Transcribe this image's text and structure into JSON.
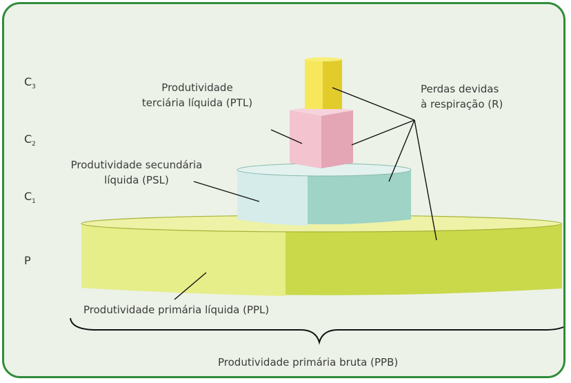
{
  "levels": {
    "c3": {
      "base": "C",
      "sub": "3"
    },
    "c2": {
      "base": "C",
      "sub": "2"
    },
    "c1": {
      "base": "C",
      "sub": "1"
    },
    "p": "P"
  },
  "labels": {
    "ptl_line1": "Produtividade",
    "ptl_line2": "terciária líquida (PTL)",
    "psl_line1": "Produtividade secundária",
    "psl_line2": "líquida (PSL)",
    "perdas_line1": "Perdas devidas",
    "perdas_line2": "à respiração (R)",
    "ppl": "Produtividade primária líquida (PPL)",
    "ppb": "Produtividade primária bruta (PPB)"
  },
  "colors": {
    "frame": "#2f8c3a",
    "background": "#ecf2e7",
    "producers_light": "#e6ee8a",
    "producers_dark": "#c9d94a",
    "primary_consumers_light": "#d6ecea",
    "primary_consumers_dark": "#9ed3c6",
    "secondary_consumers_light": "#f3c3cf",
    "secondary_consumers_dark": "#e4a5b5",
    "tertiary_consumers_light": "#f6e85a",
    "tertiary_consumers_dark": "#e2cc2c"
  }
}
